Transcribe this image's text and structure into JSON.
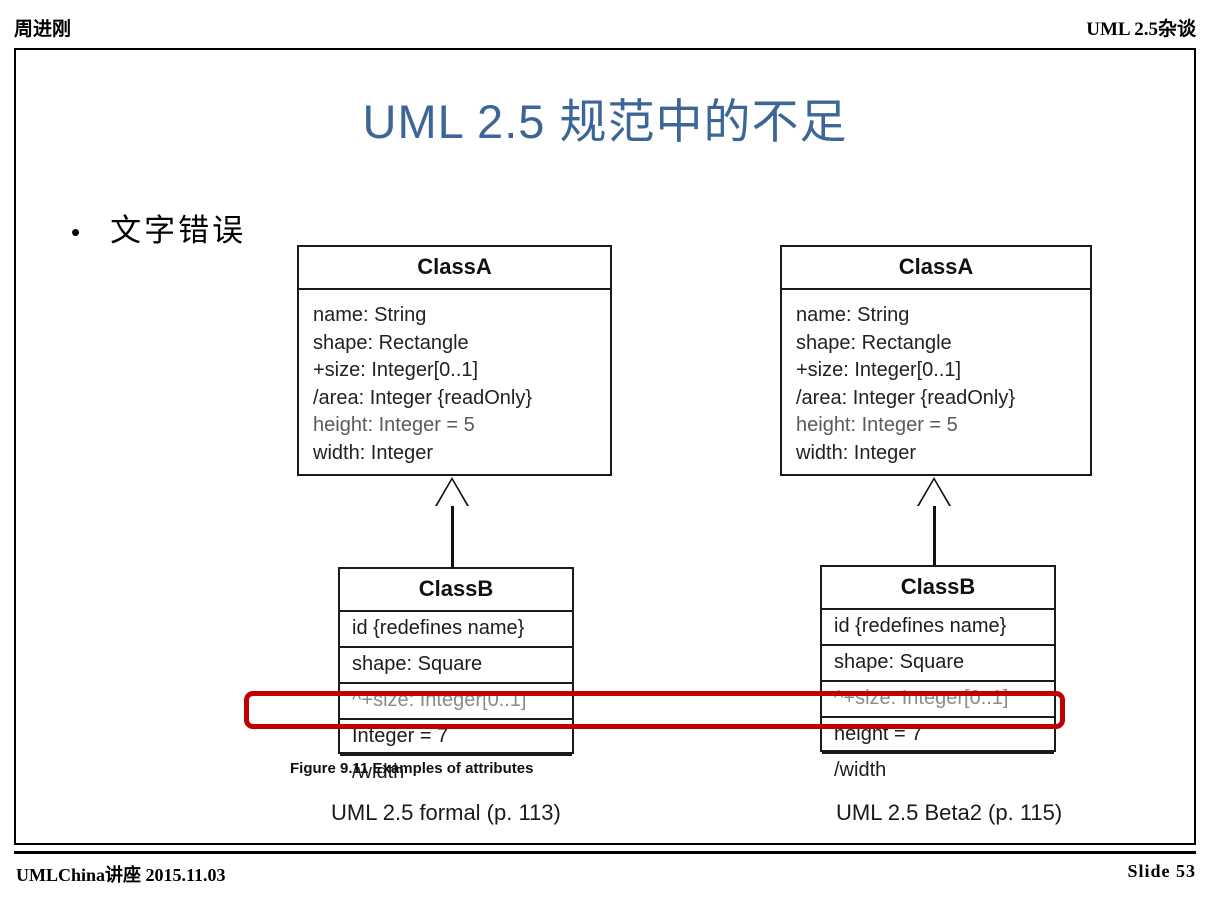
{
  "header": {
    "left": "周进刚",
    "right": "UML 2.5杂谈"
  },
  "slide": {
    "title": "UML 2.5 规范中的不足",
    "title_color": "#3d6698",
    "bullet_marker": "•",
    "bullet_text": "文字错误"
  },
  "diagrams": {
    "left": {
      "caption": "UML 2.5 formal (p. 113)",
      "superclass": {
        "name": "ClassA",
        "attributes": [
          "name: String",
          "shape: Rectangle",
          "+size: Integer[0..1]",
          "/area: Integer {readOnly}",
          "height: Integer = 5",
          "width: Integer"
        ]
      },
      "subclass": {
        "name": "ClassB",
        "rows": [
          "id {redefines name}",
          "shape: Square",
          "^+size: Integer[0..1]",
          "Integer = 7",
          "/width"
        ]
      }
    },
    "right": {
      "caption": "UML 2.5 Beta2 (p. 115)",
      "superclass": {
        "name": "ClassA",
        "attributes": [
          "name: String",
          "shape: Rectangle",
          "+size: Integer[0..1]",
          "/area: Integer {readOnly}",
          "height: Integer = 5",
          "width: Integer"
        ]
      },
      "subclass": {
        "name": "ClassB",
        "rows": [
          "id {redefines name}",
          "shape: Square",
          "^+size: Integer[0..1]",
          "height = 7",
          "/width"
        ]
      }
    }
  },
  "figure_caption": "Figure 9.11  Examples of attributes",
  "highlight_color": "#c00000",
  "footer": {
    "left": "UMLChina讲座 2015.11.03",
    "right": "Slide  53"
  }
}
